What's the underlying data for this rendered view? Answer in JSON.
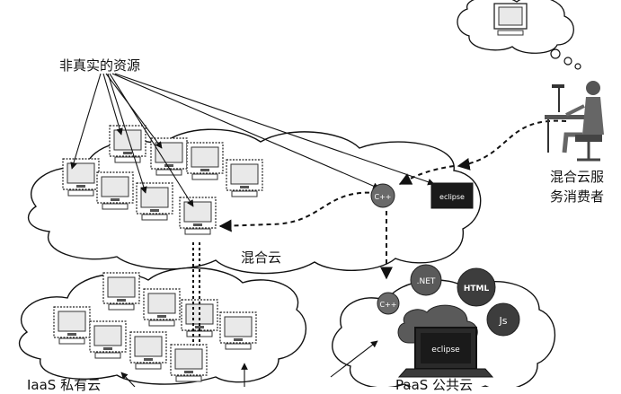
{
  "labels": {
    "non_real_resources": "非真实的资源",
    "hybrid_cloud": "混合云",
    "hybrid_consumer_line1": "混合云服",
    "hybrid_consumer_line2": "务消费者",
    "iaas_private_cloud": "IaaS 私有云",
    "paas_public_cloud": "PaaS 公共云"
  },
  "badges": {
    "cpp": "C++",
    "eclipse": "eclipse",
    "dotnet": ".NET",
    "html": "HTML",
    "js": "Js"
  },
  "colors": {
    "ink": "#111111",
    "cloud_fill": "#ffffff",
    "badge_dark": "#3d3d3d",
    "monitor_fill": "#e9e9e9"
  },
  "icons": {
    "monitor": "desktop-monitor-icon",
    "person": "seated-person-icon",
    "laptop": "laptop-icon"
  }
}
